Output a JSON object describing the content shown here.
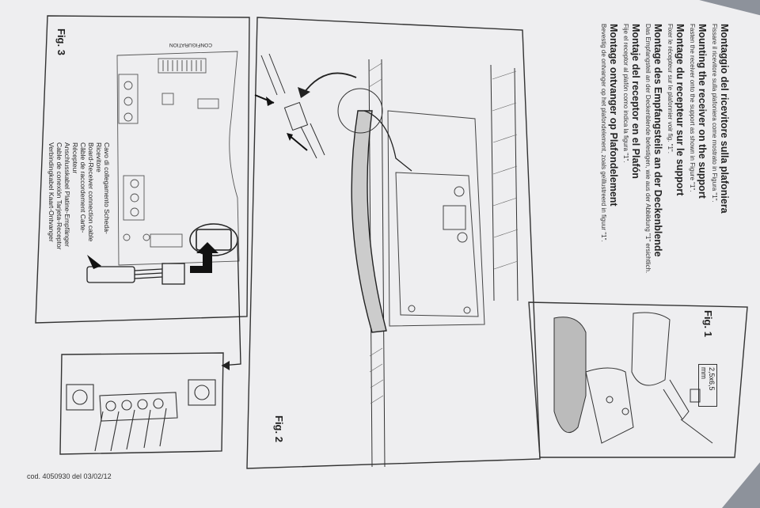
{
  "document": {
    "instructions": [
      {
        "heading": "Montaggio del ricevitore sulla plafoniera",
        "body": "Fissare il ricevitore sulla plafoniera come mostrato in Figura \"1\"."
      },
      {
        "heading": "Mounting the receiver on the support",
        "body": "Fasten the receiver onto the support as shown in Figure \"1\"."
      },
      {
        "heading": "Montage du recepteur sur le support",
        "body": "Fixer le récepteur sur le plafonnier voir fig. \"1\"."
      },
      {
        "heading": "Montage des Empfangsteils an der Deckenblende",
        "body": "Das Empfangsteil an der Deckenblende befestigen, wie aus der Abbildung \"1\" ersichtlich."
      },
      {
        "heading": "Montaje del receptor en el Plafón",
        "body": "Fije el receptor al plafón como indica la figura \"1\"."
      },
      {
        "heading": "Montage ontvanger op Plafondelement",
        "body": "Bevestig de ontvanger op het plafondelement, zoals geïllustreerd in figuur \"1\"."
      }
    ],
    "figures": {
      "fig1": {
        "label": "Fig. 1",
        "dimension": "2,5x6,5 mm"
      },
      "fig2": {
        "label": "Fig. 2"
      },
      "fig3": {
        "label": "Fig. 3"
      }
    },
    "cable_labels": [
      "Cavo di collegamento Scheda-Ricevitore",
      "Board-Receiver connection cable",
      "Câble de raccordement Carte-Récepteur",
      "Anschlusskabel Platine-Empfänger",
      "Cable de conexión Tarjeta-Receptor",
      "Verbindingkabel Kaart-Ontvanger"
    ],
    "board_text": {
      "config": "CONFIGURATION"
    },
    "code": "cod. 4050930 del 03/02/12"
  },
  "colors": {
    "paper": "#eeeef0",
    "ink": "#222222",
    "background": "#8d929b"
  }
}
